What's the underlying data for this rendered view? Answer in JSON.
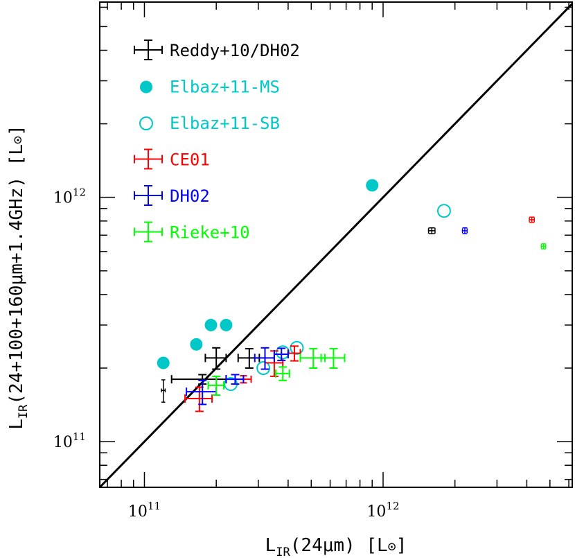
{
  "chart_data": {
    "type": "scatter",
    "x_scale": "log",
    "y_scale": "log",
    "xlim": [
      65000000000.0,
      6200000000000.0
    ],
    "ylim": [
      65000000000.0,
      6300000000000.0
    ],
    "xlabel": {
      "main": "L",
      "sub": "IR",
      "rest": "(24μm) [L",
      "sun": "⊙",
      "end": "]"
    },
    "ylabel": {
      "main": "L",
      "sub": "IR",
      "rest": "(24+100+160μm+1.4GHz) [L",
      "sun": "⊙",
      "end": "]"
    },
    "x_tick_labels": [
      {
        "base": "10",
        "exp": "11",
        "value": 100000000000.0
      },
      {
        "base": "10",
        "exp": "12",
        "value": 1000000000000.0
      }
    ],
    "y_tick_labels": [
      {
        "base": "10",
        "exp": "11",
        "value": 100000000000.0
      },
      {
        "base": "10",
        "exp": "12",
        "value": 1000000000000.0
      }
    ],
    "one_to_one_line": true,
    "legend_placement": "top-left",
    "series": [
      {
        "name": "Reddy+10/DH02",
        "color": "#000000",
        "marker": "errorbar",
        "points": [
          {
            "x": 120000000000.0,
            "y": 162000000000.0,
            "xerr": 2200000000.0,
            "yerr": 17000000000.0
          },
          {
            "x": 175000000000.0,
            "y": 180000000000.0,
            "xerr": 45000000000.0,
            "yerr": 8000000000.0
          },
          {
            "x": 200000000000.0,
            "y": 220000000000.0,
            "xerr": 20000000000.0,
            "yerr": 22000000000.0
          },
          {
            "x": 275000000000.0,
            "y": 220000000000.0,
            "xerr": 28000000000.0,
            "yerr": 20000000000.0
          },
          {
            "x": 1600000000000.0,
            "y": 730000000000.0,
            "xerr": 50000000000.0,
            "yerr": 20000000000.0
          }
        ]
      },
      {
        "name": "Elbaz+11-MS",
        "color": "#00c8c8",
        "marker": "filled-circle",
        "points": [
          {
            "x": 120000000000.0,
            "y": 210000000000.0
          },
          {
            "x": 165000000000.0,
            "y": 250000000000.0
          },
          {
            "x": 190000000000.0,
            "y": 300000000000.0
          },
          {
            "x": 220000000000.0,
            "y": 300000000000.0
          },
          {
            "x": 900000000000.0,
            "y": 1120000000000.0
          }
        ]
      },
      {
        "name": "Elbaz+11-SB",
        "color": "#00c8c8",
        "marker": "open-circle",
        "points": [
          {
            "x": 230000000000.0,
            "y": 172000000000.0
          },
          {
            "x": 315000000000.0,
            "y": 200000000000.0
          },
          {
            "x": 380000000000.0,
            "y": 232000000000.0
          },
          {
            "x": 435000000000.0,
            "y": 242000000000.0
          },
          {
            "x": 1800000000000.0,
            "y": 880000000000.0
          }
        ]
      },
      {
        "name": "CE01",
        "color": "#ff0000",
        "marker": "errorbar",
        "points": [
          {
            "x": 170000000000.0,
            "y": 150000000000.0,
            "xerr": 22000000000.0,
            "yerr": 17000000000.0
          },
          {
            "x": 260000000000.0,
            "y": 180000000000.0,
            "xerr": 20000000000.0,
            "yerr": 6000000000.0
          },
          {
            "x": 350000000000.0,
            "y": 210000000000.0,
            "xerr": 30000000000.0,
            "yerr": 25000000000.0
          },
          {
            "x": 425000000000.0,
            "y": 230000000000.0,
            "xerr": 25000000000.0,
            "yerr": 16000000000.0
          },
          {
            "x": 4200000000000.0,
            "y": 810000000000.0,
            "xerr": 100000000000.0,
            "yerr": 20000000000.0
          }
        ]
      },
      {
        "name": "DH02",
        "color": "#0000ff",
        "marker": "errorbar",
        "points": [
          {
            "x": 175000000000.0,
            "y": 160000000000.0,
            "xerr": 25000000000.0,
            "yerr": 18000000000.0
          },
          {
            "x": 240000000000.0,
            "y": 180000000000.0,
            "xerr": 20000000000.0,
            "yerr": 8000000000.0
          },
          {
            "x": 320000000000.0,
            "y": 220000000000.0,
            "xerr": 30000000000.0,
            "yerr": 22000000000.0
          },
          {
            "x": 375000000000.0,
            "y": 228000000000.0,
            "xerr": 25000000000.0,
            "yerr": 13000000000.0
          },
          {
            "x": 2200000000000.0,
            "y": 730000000000.0,
            "xerr": 50000000000.0,
            "yerr": 20000000000.0
          }
        ]
      },
      {
        "name": "Rieke+10",
        "color": "#00ff00",
        "marker": "errorbar",
        "points": [
          {
            "x": 200000000000.0,
            "y": 170000000000.0,
            "xerr": 15000000000.0,
            "yerr": 15000000000.0
          },
          {
            "x": 380000000000.0,
            "y": 190000000000.0,
            "xerr": 25000000000.0,
            "yerr": 12000000000.0
          },
          {
            "x": 510000000000.0,
            "y": 220000000000.0,
            "xerr": 60000000000.0,
            "yerr": 20000000000.0
          },
          {
            "x": 620000000000.0,
            "y": 220000000000.0,
            "xerr": 70000000000.0,
            "yerr": 20000000000.0
          },
          {
            "x": 4700000000000.0,
            "y": 630000000000.0,
            "xerr": 100000000000.0,
            "yerr": 15000000000.0
          }
        ]
      }
    ]
  }
}
